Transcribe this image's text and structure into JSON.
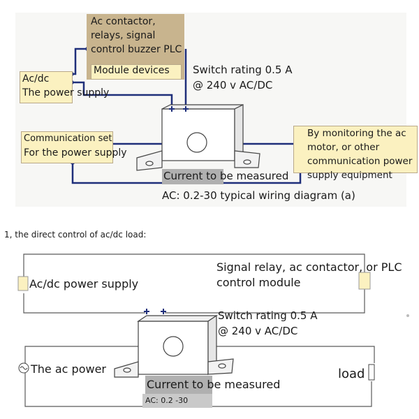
{
  "diagram_a": {
    "top_box_line1": "Ac contactor,",
    "top_box_line2": "relays, signal",
    "top_box_line3": "control buzzer PLC",
    "module_devices": "Module devices",
    "acdc_line1": "Ac/dc",
    "acdc_line2": "The power supply",
    "comm_line1": "Communication set",
    "comm_line2": "For the power supply",
    "switch_line1": "Switch rating 0.5 A",
    "switch_line2": "@ 240 v AC/DC",
    "monitor_line1": "By monitoring the ac",
    "monitor_line2": "motor, or other",
    "monitor_line3": "communication power",
    "monitor_line4": "supply equipment",
    "current_label": "Current to be measured",
    "caption": "AC: 0.2-30 typical wiring diagram (a)"
  },
  "section_heading": "1, the direct control of ac/dc load:",
  "diagram_b": {
    "acdc_supply": "Ac/dc power supply",
    "relay_line1": "Signal relay, ac contactor, or PLC",
    "relay_line2": "control module",
    "switch_line1": "Switch rating 0.5 A",
    "switch_line2": "@ 240 v AC/DC",
    "ac_power": "The ac power",
    "load": "load",
    "current_label": "Current to be measured",
    "caption": "AC: 0.2 -30"
  },
  "colors": {
    "wire": "#1f2f7a",
    "wire_light": "#5a5a5a",
    "panel": "#f7f7f5",
    "tan": "#c8b48e",
    "yellow": "#fbf1c0",
    "gray_label": "#b0b0b0"
  }
}
